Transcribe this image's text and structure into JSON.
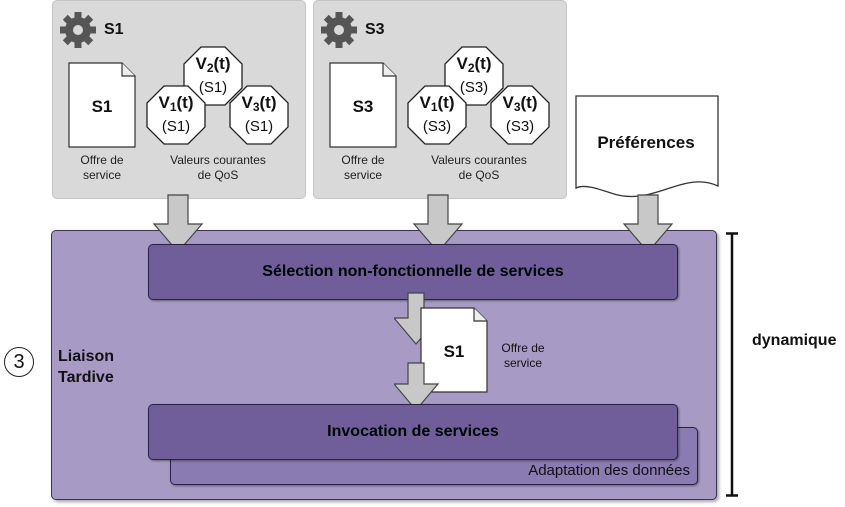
{
  "providers": [
    {
      "id": "S1",
      "service_doc_label": "S1",
      "offer_caption": [
        "Offre de",
        "service"
      ],
      "values_caption": [
        "Valeurs courantes",
        "de QoS"
      ],
      "qos_values": [
        {
          "v": "V",
          "sub": "1",
          "t": "(t)",
          "service": "(S1)"
        },
        {
          "v": "V",
          "sub": "2",
          "t": "(t)",
          "service": "(S1)"
        },
        {
          "v": "V",
          "sub": "3",
          "t": "(t)",
          "service": "(S1)"
        }
      ]
    },
    {
      "id": "S3",
      "service_doc_label": "S3",
      "offer_caption": [
        "Offre de",
        "service"
      ],
      "values_caption": [
        "Valeurs courantes",
        "de QoS"
      ],
      "qos_values": [
        {
          "v": "V",
          "sub": "1",
          "t": "(t)",
          "service": "(S3)"
        },
        {
          "v": "V",
          "sub": "2",
          "t": "(t)",
          "service": "(S3)"
        },
        {
          "v": "V",
          "sub": "3",
          "t": "(t)",
          "service": "(S3)"
        }
      ]
    }
  ],
  "preferences_label": "Préférences",
  "selection_label": "Sélection non-fonctionnelle de services",
  "selected_offer": {
    "doc_label": "S1",
    "caption": [
      "Offre de",
      "service"
    ]
  },
  "invocation_label": "Invocation de services",
  "adaptation_label": "Adaptation des données",
  "phase_number": "3",
  "phase_label": [
    "Liaison",
    "Tardive"
  ],
  "time_label": "dynamique",
  "colors": {
    "panel": "#d9d9d9",
    "main_area": "#a79bc6",
    "bar": "#6f5e9a",
    "arrow": "#c8c8c8"
  }
}
